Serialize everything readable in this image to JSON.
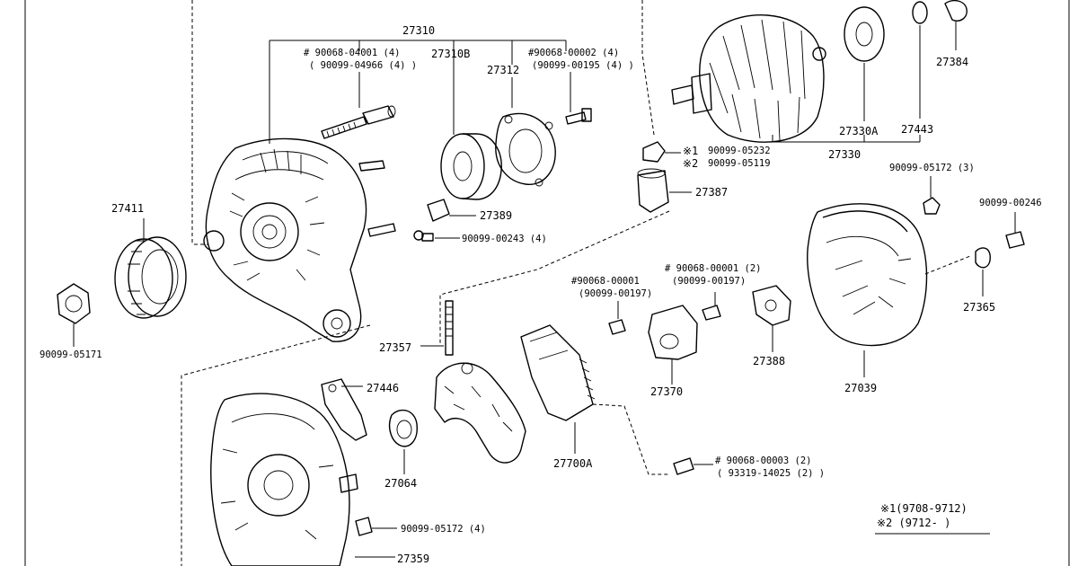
{
  "parts": {
    "alt_assembly": "27310",
    "bolt_main": "# 90068-04001 (4)",
    "bolt_main_sub": "( 90099-04966 (4) )",
    "bearing_b": "27310B",
    "retainer": "27312",
    "screw_ret": "#90068-00002 (4)",
    "screw_ret_sub": "(90099-00195 (4) )",
    "rotor_part": "27384",
    "bearing_a": "27330A",
    "washer": "27443",
    "rotor": "27330",
    "nut1_mark": "※1",
    "nut1": "90099-05232",
    "nut2_mark": "※2",
    "nut2": "90099-05119",
    "insulator": "27387",
    "pulley": "27411",
    "cover_small": "27389",
    "screw_243": "90099-00243 (4)",
    "nut_pulley": "90099-05171",
    "nut_172_3": "90099-05172 (3)",
    "screw_246": "90099-00246",
    "screw_reg1": "#90068-00001",
    "screw_reg1_sub": "(90099-00197)",
    "screw_reg2": "# 90068-00001 (2)",
    "screw_reg2_sub": "(90099-00197)",
    "terminal": "27365",
    "rectifier": "27357",
    "brush_holder": "27388",
    "brush_cover": "27370",
    "rear_cover": "27039",
    "plate": "27446",
    "regulator": "27700A",
    "screw_rect": "# 90068-00003 (2)",
    "screw_rect_sub": "( 93319-14025 (2) )",
    "seal": "27064",
    "nut_172_4": "90099-05172 (4)",
    "frame_rear": "27359"
  },
  "legend": {
    "line1": "※1(9708-9712)",
    "line2": "※2 (9712-        )"
  }
}
